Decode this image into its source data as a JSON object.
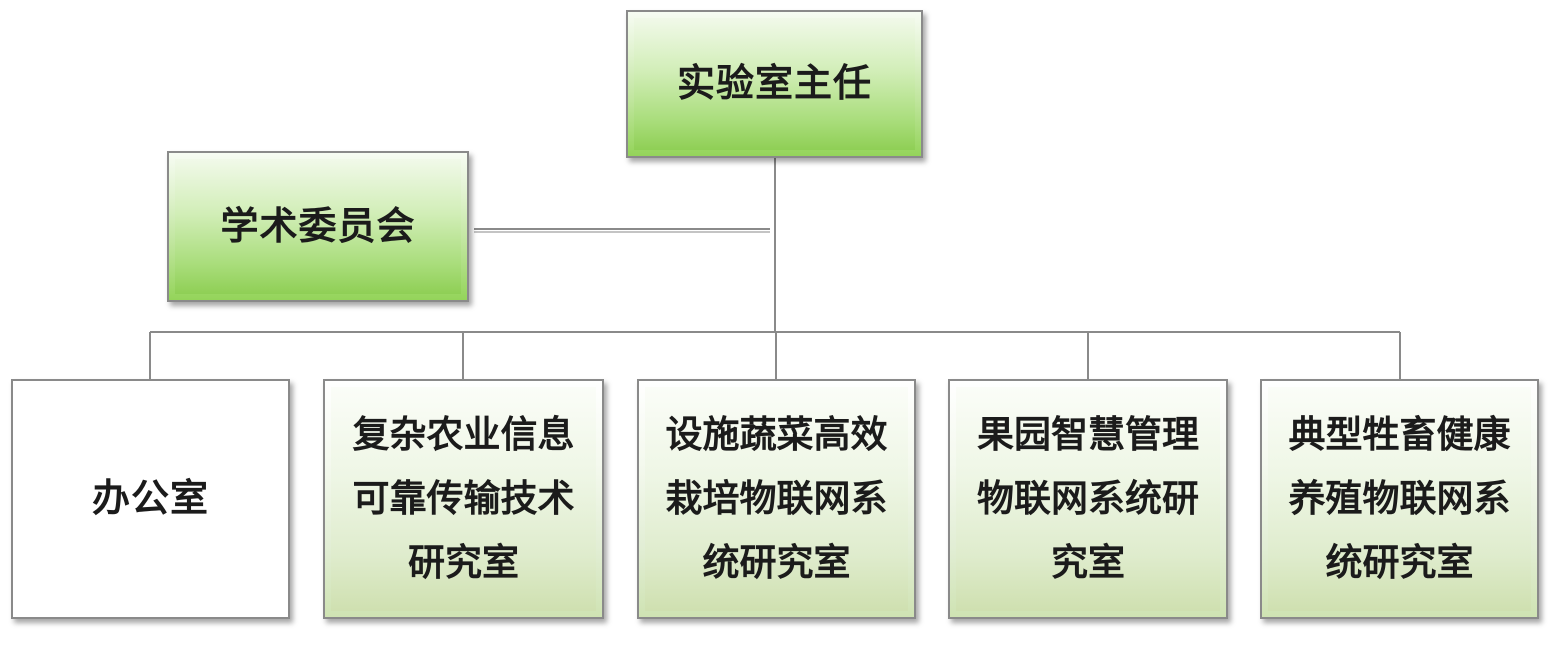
{
  "top": {
    "label": "实验室主任"
  },
  "committee": {
    "label": "学术委员会"
  },
  "units": [
    {
      "label": "办公室",
      "style": "plain"
    },
    {
      "label": "复杂农业信息\n可靠传输技术\n研究室",
      "style": "green-soft"
    },
    {
      "label": "设施蔬菜高效\n栽培物联网系\n统研究室",
      "style": "green-soft"
    },
    {
      "label": "果园智慧管理\n物联网系统研\n究室",
      "style": "green-soft"
    },
    {
      "label": "典型牲畜健康\n养殖物联网系\n统研究室",
      "style": "green-soft"
    }
  ],
  "colors": {
    "line": "#8a8a8a",
    "green_dark": "#8fcf55",
    "green_light": "#dff2cd"
  }
}
